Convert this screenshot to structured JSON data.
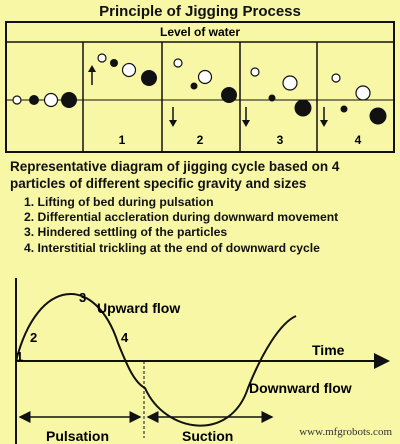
{
  "title": "Principle of Jigging Process",
  "level_label": "Level of water",
  "panel_numbers": [
    "1",
    "2",
    "3",
    "4"
  ],
  "description": "Representative diagram of jigging cycle based on 4 particles of different specific gravity and sizes",
  "steps": [
    "1. Lifting of bed during pulsation",
    "2. Differential accleration during downward movement",
    "3. Hindered settling of the particles",
    "4. Interstitial trickling at the end of downward cycle"
  ],
  "graph": {
    "point_labels": [
      "1",
      "2",
      "3",
      "4"
    ],
    "upward_label": "Upward flow",
    "time_label": "Time",
    "downward_label": "Downward flow",
    "pulsation_label": "Pulsation",
    "suction_label": "Suction"
  },
  "watermark": "www.mfgrobots.com",
  "colors": {
    "background": "#f7f7a6",
    "ink": "#111111"
  }
}
